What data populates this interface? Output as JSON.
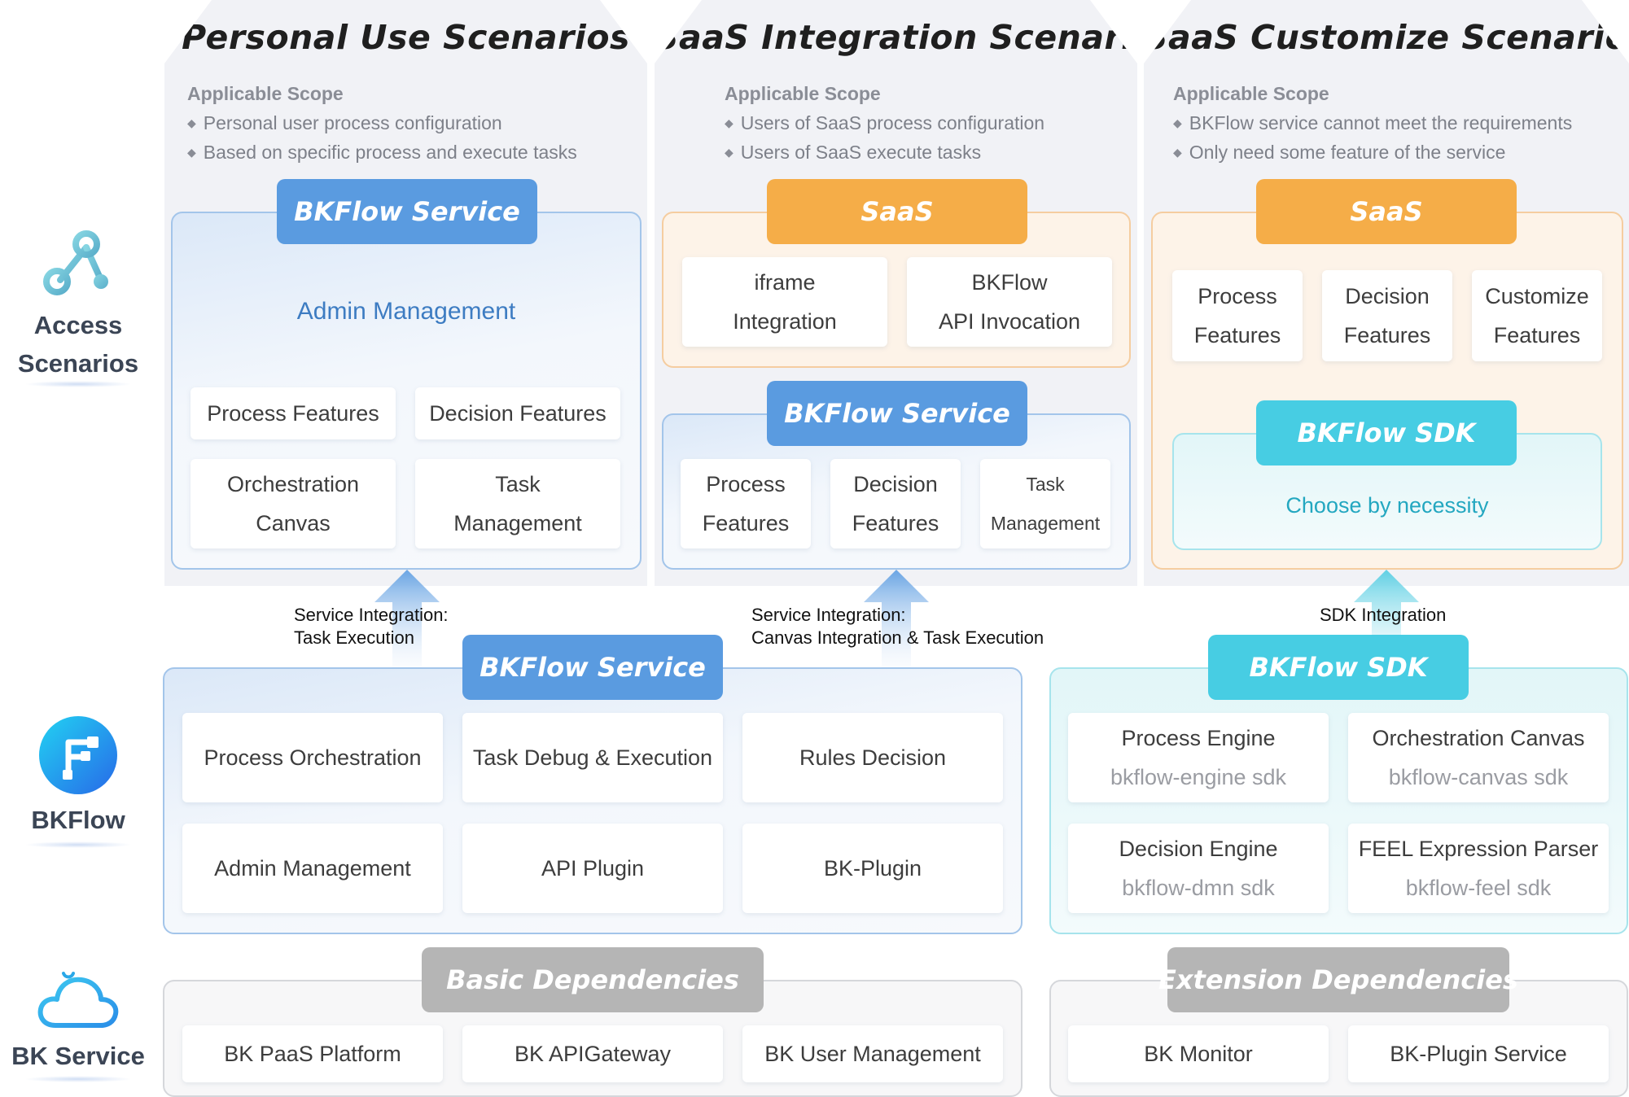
{
  "left_labels": {
    "access": [
      "Access",
      "Scenarios"
    ],
    "bkflow": "BKFlow",
    "bk_service": "BK Service"
  },
  "icons": {
    "access": "network-nodes-icon",
    "bkflow": "bkflow-logo-icon",
    "bk_service": "cloud-icon"
  },
  "colors": {
    "blue": "#5a9be0",
    "orange": "#f5ad48",
    "cyan": "#47cde3",
    "grey": "#b5b5b5"
  },
  "scenarios": {
    "personal": {
      "title": "Personal Use Scenarios",
      "scope_heading": "Applicable Scope",
      "scope_items": [
        "Personal user process configuration",
        "Based on specific process and execute tasks"
      ],
      "service_pill": "BKFlow Service",
      "admin_label": "Admin Management",
      "cards": {
        "process": "Process Features",
        "decision": "Decision Features",
        "orchestration": [
          "Orchestration",
          "Canvas"
        ],
        "task": [
          "Task",
          "Management"
        ]
      }
    },
    "saas_integration": {
      "title": "SaaS Integration Scenarios",
      "scope_heading": "Applicable Scope",
      "scope_items": [
        "Users of SaaS process configuration",
        "Users of SaaS execute tasks"
      ],
      "saas_pill": "SaaS",
      "saas_cards": {
        "iframe": [
          "iframe",
          "Integration"
        ],
        "api": [
          "BKFlow",
          "API Invocation"
        ]
      },
      "service_pill": "BKFlow Service",
      "service_cards": {
        "process": [
          "Process",
          "Features"
        ],
        "decision": [
          "Decision",
          "Features"
        ],
        "task": [
          "Task",
          "Management"
        ]
      }
    },
    "saas_customize": {
      "title": "SaaS Customize Scenarios",
      "scope_heading": "Applicable Scope",
      "scope_items": [
        "BKFlow service cannot meet the requirements",
        "Only need some feature of the service"
      ],
      "saas_pill": "SaaS",
      "saas_cards": {
        "process": [
          "Process",
          "Features"
        ],
        "decision": [
          "Decision",
          "Features"
        ],
        "customize": [
          "Customize",
          "Features"
        ]
      },
      "sdk_pill": "BKFlow SDK",
      "sdk_note": "Choose by necessity"
    }
  },
  "flows": {
    "left": [
      "Service Integration:",
      "Task Execution"
    ],
    "middle": [
      "Service Integration:",
      "Canvas Integration & Task Execution"
    ],
    "right": "SDK Integration"
  },
  "bkflow_layer": {
    "service_pill": "BKFlow Service",
    "service_cards": [
      "Process Orchestration",
      "Task Debug & Execution",
      "Rules Decision",
      "Admin Management",
      "API Plugin",
      "BK-Plugin"
    ],
    "sdk_pill": "BKFlow SDK",
    "sdk_cards": [
      {
        "name": "Process Engine",
        "sdk": "bkflow-engine sdk"
      },
      {
        "name": "Orchestration Canvas",
        "sdk": "bkflow-canvas sdk"
      },
      {
        "name": "Decision Engine",
        "sdk": "bkflow-dmn sdk"
      },
      {
        "name": "FEEL Expression Parser",
        "sdk": "bkflow-feel sdk"
      }
    ]
  },
  "service_layer": {
    "basic_pill": "Basic Dependencies",
    "basic_cards": [
      "BK PaaS Platform",
      "BK APIGateway",
      "BK User Management"
    ],
    "extension_pill": "Extension Dependencies",
    "extension_cards": [
      "BK Monitor",
      "BK-Plugin Service"
    ]
  }
}
